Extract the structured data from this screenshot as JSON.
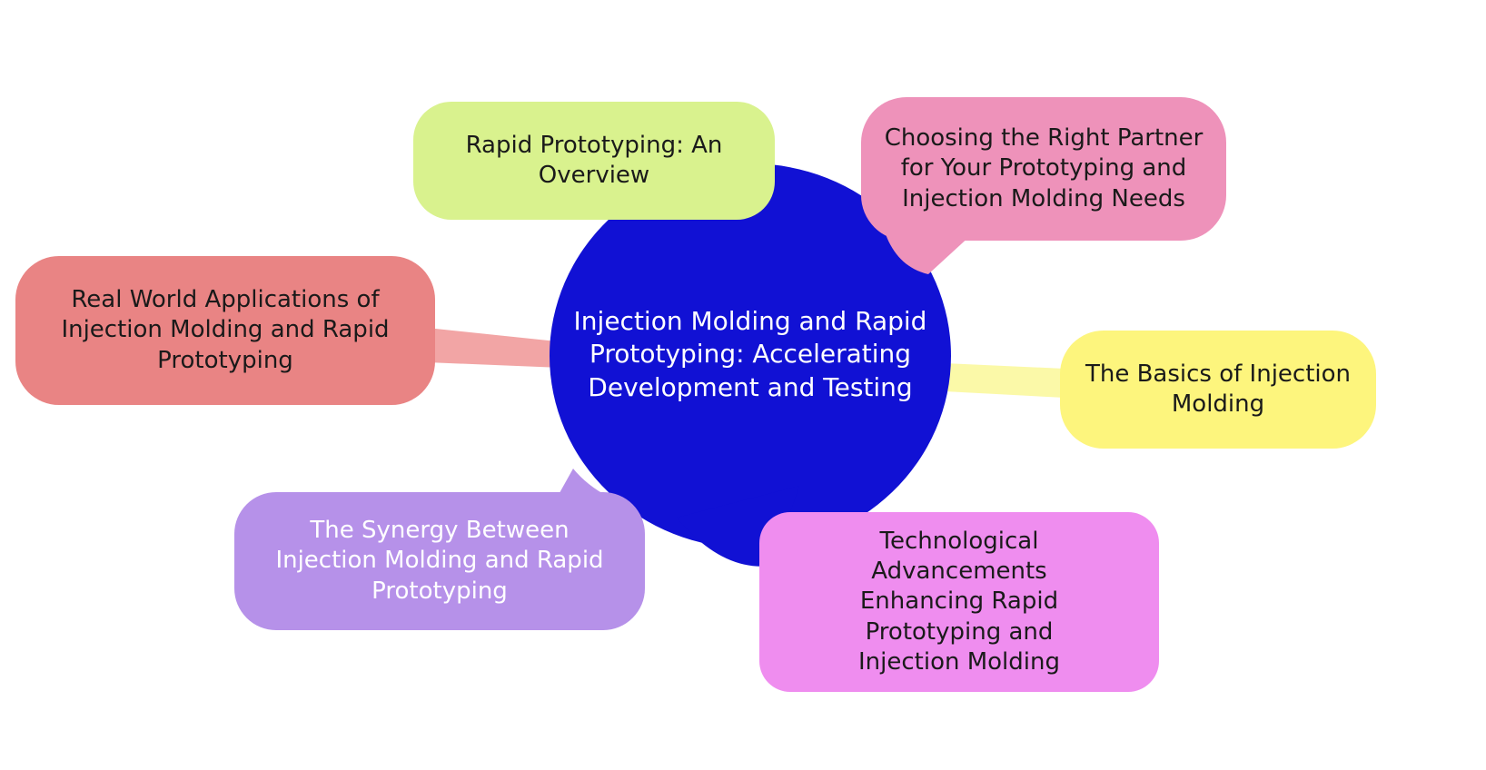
{
  "diagram": {
    "title": "Injection Molding and Rapid Prototyping mind map",
    "background": "#ffffff",
    "center": {
      "label": "Injection Molding and Rapid Prototyping: Accelerating Development and Testing",
      "fill": "#1111d4",
      "text": "#ffffff"
    },
    "nodes": [
      {
        "id": "rapid-prototyping-overview",
        "label": "Rapid Prototyping: An Overview",
        "fill": "#d9f28e",
        "text": "#1a1a1a",
        "position": "top-left"
      },
      {
        "id": "choosing-right-partner",
        "label": "Choosing the Right Partner for Your Prototyping and Injection Molding Needs",
        "fill": "#ee92ba",
        "text": "#1a1a1a",
        "position": "top-right"
      },
      {
        "id": "real-world-applications",
        "label": "Real World Applications of Injection Molding and Rapid Prototyping",
        "fill": "#e98484",
        "text": "#1a1a1a",
        "position": "left"
      },
      {
        "id": "basics-of-injection-molding",
        "label": "The Basics of Injection Molding",
        "fill": "#fdf57d",
        "text": "#1a1a1a",
        "position": "right"
      },
      {
        "id": "synergy",
        "label": "The Synergy Between Injection Molding and Rapid Prototyping",
        "fill": "#b691e9",
        "text": "#ffffff",
        "position": "bottom-left"
      },
      {
        "id": "tech-advancements",
        "label": "Technological Advancements Enhancing Rapid Prototyping and Injection Molding",
        "fill": "#ef8def",
        "text": "#1a1a1a",
        "position": "bottom-right"
      }
    ],
    "connectors": {
      "left_band_fill": "#f2a5a5",
      "right_band_fill": "#fbf9a8",
      "top_right_tail_fill": "#ee92ba",
      "bottom_left_tail_fill": "#b691e9",
      "bottom_right_tail_fill": "#1111d4"
    }
  }
}
